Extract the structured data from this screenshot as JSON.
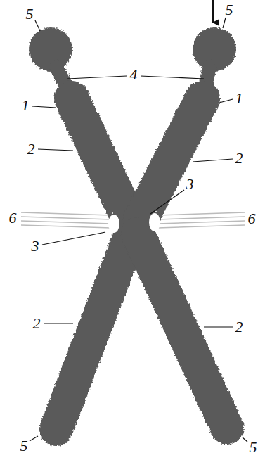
{
  "diagram": {
    "labels": [
      "5",
      "5",
      "4",
      "1",
      "1",
      "2",
      "2",
      "3",
      "6",
      "6",
      "3",
      "2",
      "2",
      "5",
      "5"
    ]
  }
}
